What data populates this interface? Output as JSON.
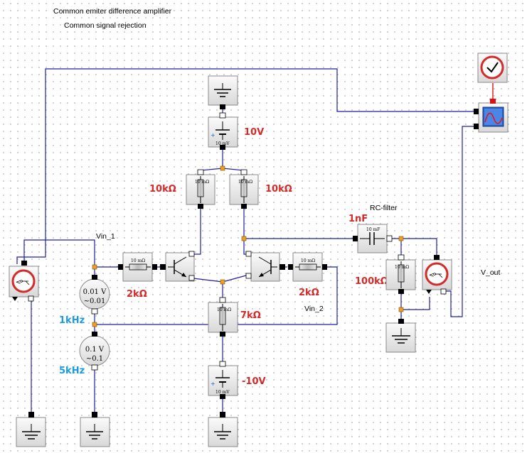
{
  "header": {
    "title": "Common emiter difference amplifier",
    "subtitle": "Common signal rejection"
  },
  "labels": {
    "vin1": "Vin_1",
    "vin2": "Vin_2",
    "rc_filter": "RC-filter",
    "vout": "V_out"
  },
  "values": {
    "v_supply_pos": "10V",
    "v_supply_neg": "-10V",
    "rc_left": "10kΩ",
    "rc_right": "10kΩ",
    "rb_left": "2kΩ",
    "rb_right": "2kΩ",
    "re": "7kΩ",
    "c_filter": "1nF",
    "r_filter": "100kΩ",
    "f_diff": "1kHz",
    "f_common": "5kHz"
  },
  "block_text": {
    "battery_top": "10 mV",
    "battery_bottom": "10 mV",
    "resistor": "10 mΩ",
    "capacitor": "10 mF",
    "src_diff_amp": "0.01 V",
    "src_diff_wave": "~0.01",
    "src_common_amp": "0.1 V",
    "src_common_wave": "~0.1"
  },
  "colors": {
    "wire": "#1f1fa8",
    "clock_ring": "#d42a2a",
    "value_red": "#d42a2a",
    "value_blue": "#1d9be0",
    "node": "#f0a020"
  },
  "icons": {
    "ground": "ground-icon",
    "battery": "battery-icon",
    "resistor": "resistor-icon",
    "capacitor": "capacitor-icon",
    "npn_transistor": "npn-transistor-icon",
    "sine_source": "sine-source-icon",
    "voltage_sensor": "voltage-sensor-icon",
    "clock": "clock-icon",
    "scope": "scope-icon"
  }
}
